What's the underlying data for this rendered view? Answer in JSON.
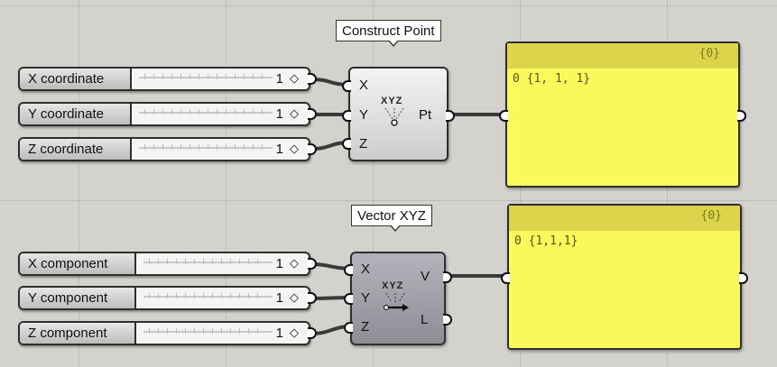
{
  "sliders": [
    {
      "label": "X coordinate",
      "value": "1"
    },
    {
      "label": "Y coordinate",
      "value": "1"
    },
    {
      "label": "Z coordinate",
      "value": "1"
    },
    {
      "label": "X component",
      "value": "1"
    },
    {
      "label": "Y component",
      "value": "1"
    },
    {
      "label": "Z component",
      "value": "1"
    }
  ],
  "slider_grip_glyph": "◇",
  "construct_point": {
    "tooltip": "Construct Point",
    "inputs": [
      "X",
      "Y",
      "Z"
    ],
    "outputs": [
      "Pt"
    ],
    "icon": "xyz-point-icon",
    "icon_text": "XYZ"
  },
  "vector_xyz": {
    "tooltip": "Vector XYZ",
    "inputs": [
      "X",
      "Y",
      "Z"
    ],
    "outputs": [
      "V",
      "L"
    ],
    "icon": "xyz-vector-icon",
    "icon_text": "XYZ"
  },
  "panels": [
    {
      "path": "{0}",
      "index": "0",
      "value": "{1, 1, 1}"
    },
    {
      "path": "{0}",
      "index": "0",
      "value": "{1,1,1}"
    }
  ],
  "colors": {
    "canvas": "#d4d2cd",
    "panel_fill": "#fbf85c",
    "panel_header": "#dcd54c",
    "wire": "#3a3a3a"
  }
}
